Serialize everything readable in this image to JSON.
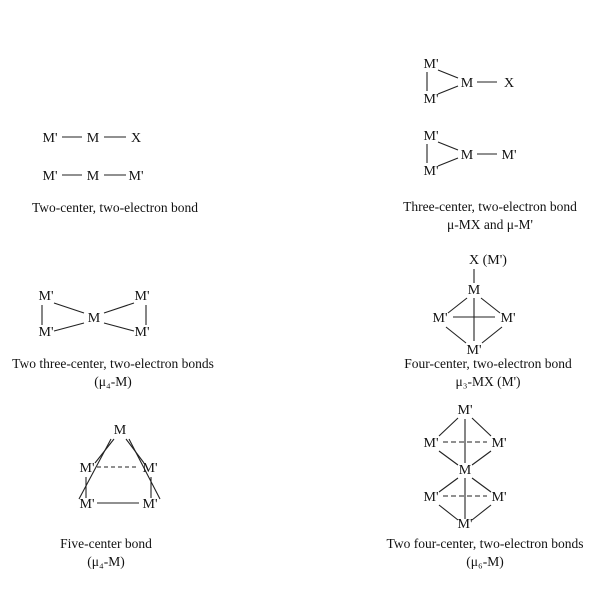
{
  "figures": {
    "two_center": {
      "row1": {
        "left": "M'",
        "mid": "M",
        "right": "X"
      },
      "row2": {
        "left": "M'",
        "mid": "M",
        "right": "M'"
      },
      "caption_lines": [
        "Two-center, two-electron bond"
      ]
    },
    "three_center": {
      "tri1": {
        "top": "M'",
        "bottom": "M'",
        "center": "M",
        "terminal": "X"
      },
      "tri2": {
        "top": "M'",
        "bottom": "M'",
        "center": "M",
        "terminal": "M'"
      },
      "caption_lines": [
        "Three-center, two-electron bond",
        "μ-MX and μ-M'"
      ]
    },
    "two_three_center": {
      "top_left": "M'",
      "bottom_left": "M'",
      "center": "M",
      "top_right": "M'",
      "bottom_right": "M'",
      "caption_lines": [
        "Two three-center, two-electron bonds",
        "(μ₄-M)"
      ]
    },
    "four_center": {
      "apex_label": "X (M')",
      "center": "M",
      "left": "M'",
      "right": "M'",
      "bottom": "M'",
      "caption_lines": [
        "Four-center, two-electron bond",
        "μ₃-MX (M')"
      ]
    },
    "five_center": {
      "apex": "M",
      "mid_left": "M'",
      "mid_right": "M'",
      "bottom_left": "M'",
      "bottom_right": "M'",
      "caption_lines": [
        "Five-center bond",
        "(μ₄-M)"
      ]
    },
    "two_four_center": {
      "top": "M'",
      "upper_left": "M'",
      "upper_right": "M'",
      "center": "M",
      "lower_left": "M'",
      "lower_right": "M'",
      "bottom": "M'",
      "caption_lines": [
        "Two four-center, two-electron bonds",
        "(μ₆-M)"
      ]
    }
  }
}
